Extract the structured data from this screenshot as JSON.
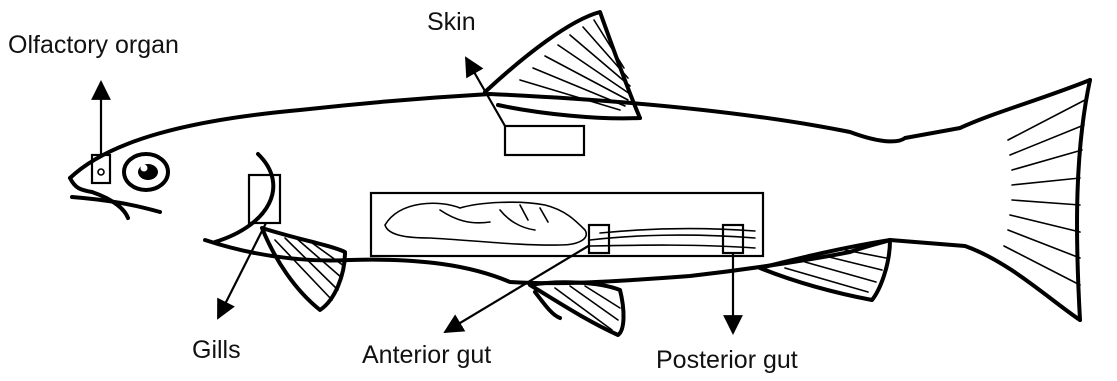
{
  "labels": {
    "olfactory": "Olfactory organ",
    "skin": "Skin",
    "gills": "Gills",
    "anterior_gut": "Anterior gut",
    "posterior_gut": "Posterior gut"
  }
}
